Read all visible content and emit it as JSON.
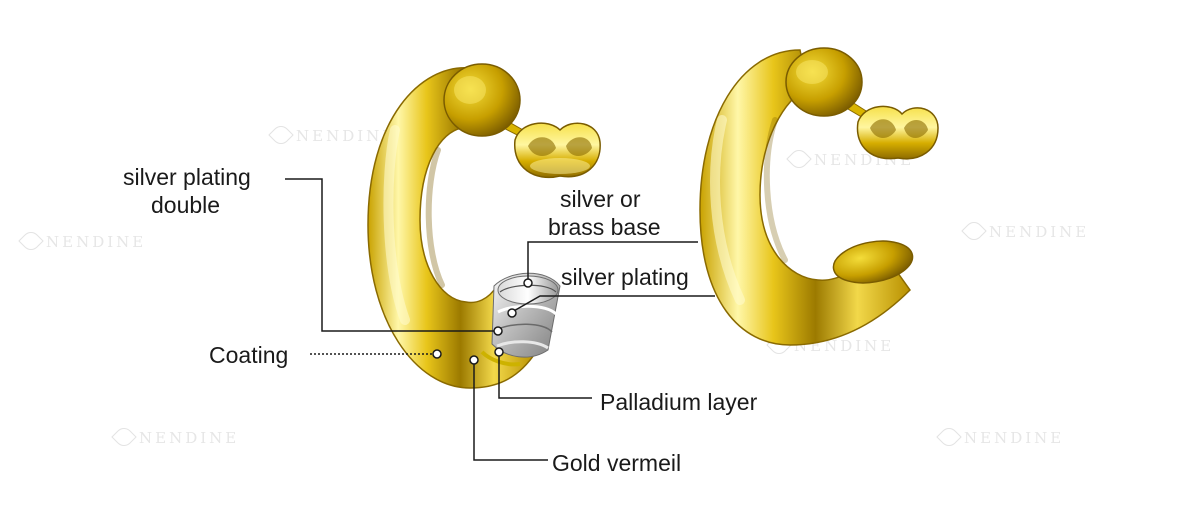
{
  "watermark": {
    "text": "NENDINE"
  },
  "labels": {
    "silver_plating_double_l1": "silver plating",
    "silver_plating_double_l2": "double",
    "base_l1": "silver or",
    "base_l2": "brass base",
    "silver_plating": "silver plating",
    "coating": "Coating",
    "palladium": "Palladium layer",
    "gold_vermeil": "Gold vermeil"
  },
  "colors": {
    "gold_light": "#fff7a0",
    "gold_mid": "#e6c21c",
    "gold_dark": "#8a6a00",
    "silver_light": "#f4f4f4",
    "silver_dark": "#8c8c8c",
    "line": "#1a1a1a"
  }
}
